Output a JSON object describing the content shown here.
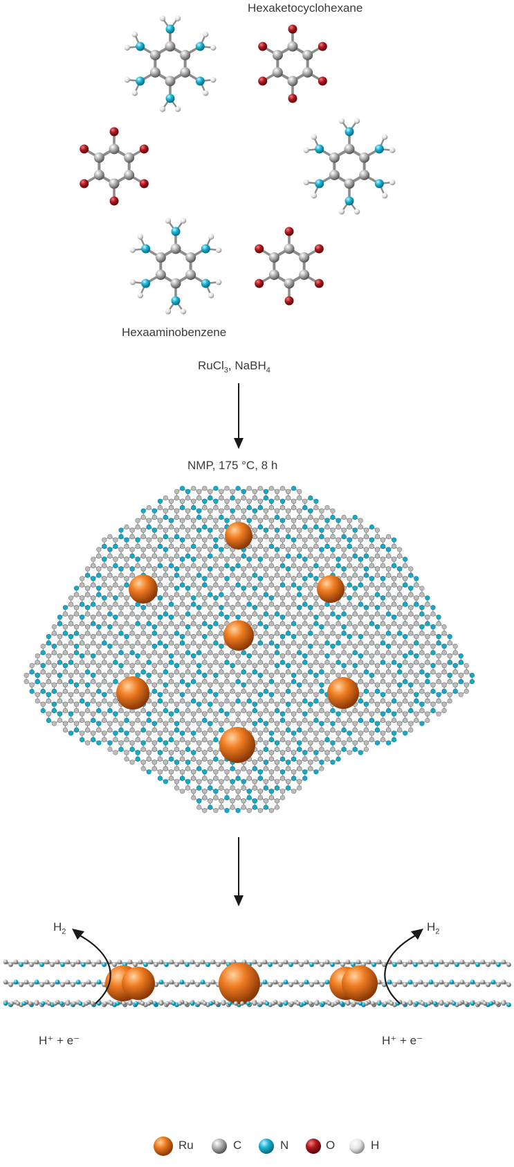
{
  "labels": {
    "hexaketo": "Hexaketocyclohexane",
    "hexaamino": "Hexaaminobenzene",
    "reagents_pre": "RuCl",
    "reagents_sub3": "3",
    "reagents_mid": ", NaBH",
    "reagents_sub4": "4",
    "conditions": "NMP, 175 °C, 8 h",
    "h2_left_pre": "H",
    "h2_left_sub": "2",
    "h2_right_pre": "H",
    "h2_right_sub": "2",
    "proton_left": "H⁺ + e⁻",
    "proton_right": "H⁺ + e⁻"
  },
  "legend": [
    {
      "symbol": "Ru",
      "color": "#e8731c"
    },
    {
      "symbol": "C",
      "color": "#9a9a9a"
    },
    {
      "symbol": "N",
      "color": "#17a9c6"
    },
    {
      "symbol": "O",
      "color": "#a8141a"
    },
    {
      "symbol": "H",
      "color": "#e6e6e6"
    }
  ],
  "colors": {
    "ru": "#e8731c",
    "carbon": "#9a9a9a",
    "nitrogen": "#17a9c6",
    "oxygen": "#a8141a",
    "hydrogen": "#e6e6e6",
    "arrow": "#1a1a1a"
  }
}
